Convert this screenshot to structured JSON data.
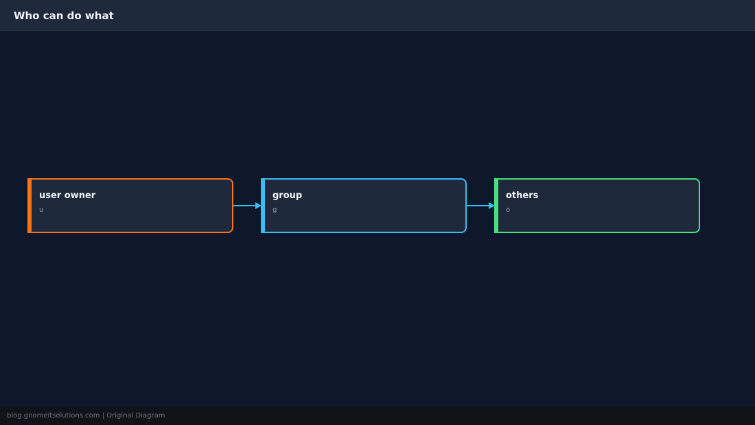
{
  "header": {
    "title": "Who can do what"
  },
  "diagram": {
    "nodes": [
      {
        "title": "user owner",
        "subtitle": "u",
        "accent": "#f97316"
      },
      {
        "title": "group",
        "subtitle": "g",
        "accent": "#38bdf8"
      },
      {
        "title": "others",
        "subtitle": "o",
        "accent": "#4ade80"
      }
    ],
    "edges": [
      {
        "from": 0,
        "to": 1
      },
      {
        "from": 1,
        "to": 2
      }
    ],
    "edge_color": "#38bdf8"
  },
  "footer": {
    "source": "blog.gnomeitsolutions.com | Original Diagram"
  }
}
